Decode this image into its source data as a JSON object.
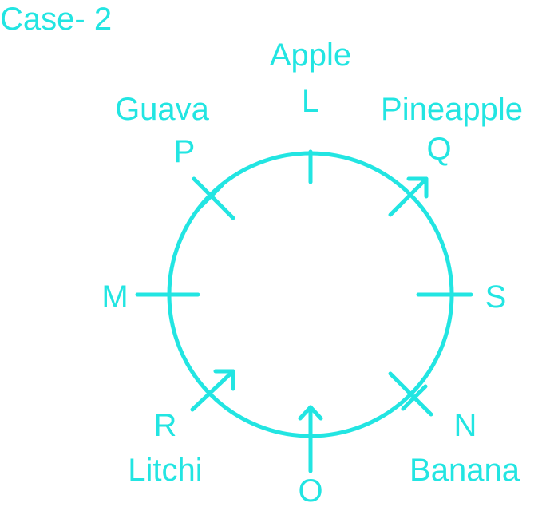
{
  "case_label": "Case- 2",
  "accent_color": "#22e5e2",
  "background_color": "#ffffff",
  "positions": [
    {
      "letter": "L",
      "item": "Apple"
    },
    {
      "letter": "Q",
      "item": "Pineapple"
    },
    {
      "letter": "S",
      "item": ""
    },
    {
      "letter": "N",
      "item": "Banana"
    },
    {
      "letter": "O",
      "item": ""
    },
    {
      "letter": "R",
      "item": "Litchi"
    },
    {
      "letter": "M",
      "item": ""
    },
    {
      "letter": "P",
      "item": "Guava"
    }
  ]
}
